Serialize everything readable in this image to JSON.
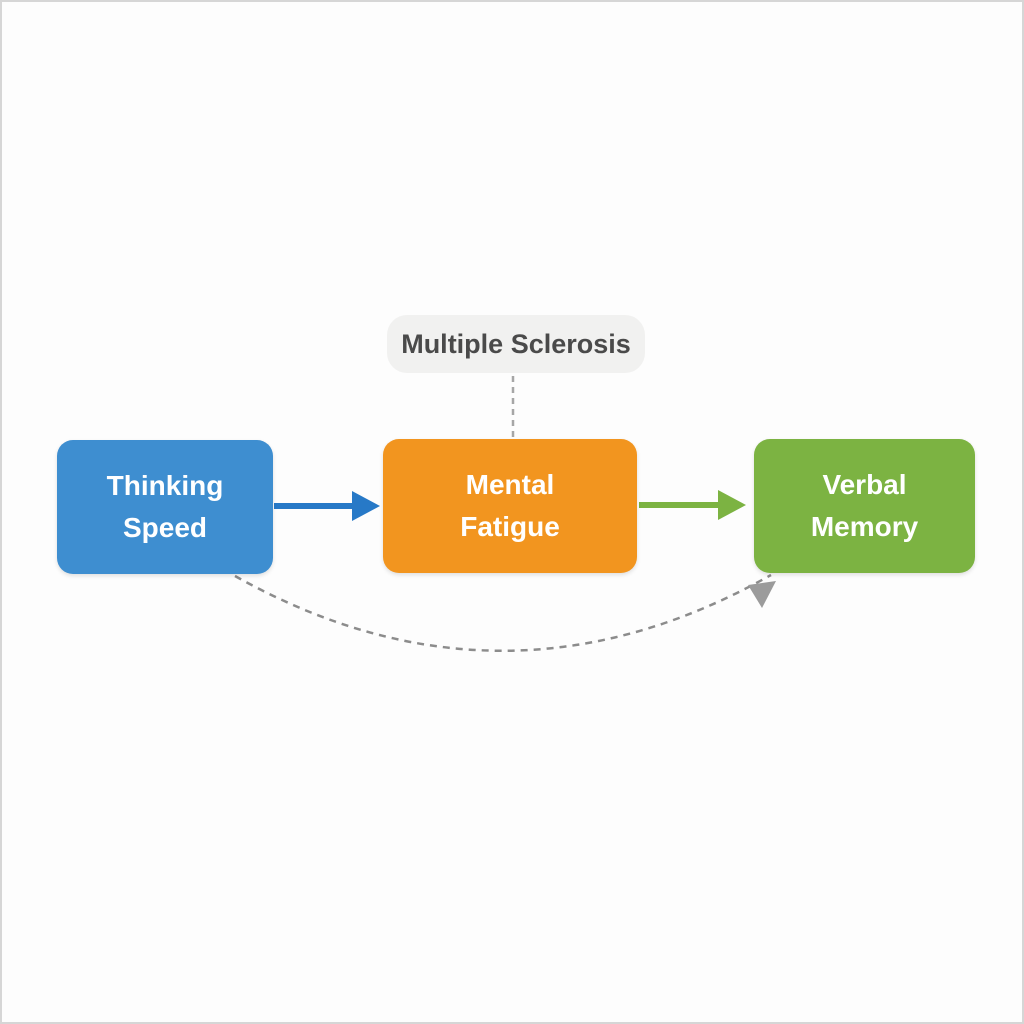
{
  "diagram": {
    "condition_label": "Multiple Sclerosis",
    "nodes": [
      {
        "id": "thinking-speed",
        "line1": "Thinking",
        "line2": "Speed",
        "color": "#3e8ed0"
      },
      {
        "id": "mental-fatigue",
        "line1": "Mental",
        "line2": "Fatigue",
        "color": "#f2951f"
      },
      {
        "id": "verbal-memory",
        "line1": "Verbal",
        "line2": "Memory",
        "color": "#7cb342"
      }
    ],
    "edges": [
      {
        "from": "Thinking Speed",
        "to": "Mental Fatigue",
        "style": "solid-arrow",
        "color": "#2779c7"
      },
      {
        "from": "Mental Fatigue",
        "to": "Verbal Memory",
        "style": "solid-arrow",
        "color": "#7cb342"
      },
      {
        "from": "Multiple Sclerosis",
        "to": "Mental Fatigue",
        "style": "dashed-line",
        "color": "#a6a6a6"
      },
      {
        "from": "Thinking Speed",
        "to": "Verbal Memory",
        "style": "dashed-curve-arrow",
        "color": "#8c8c8c",
        "arrowhead_color": "#9b9b9b"
      }
    ],
    "colors": {
      "background": "#fdfdfd",
      "frame_border": "#d6d6d6",
      "pill_background": "#f1f1f0",
      "pill_text": "#4a4a4a",
      "node_text": "#ffffff"
    }
  }
}
